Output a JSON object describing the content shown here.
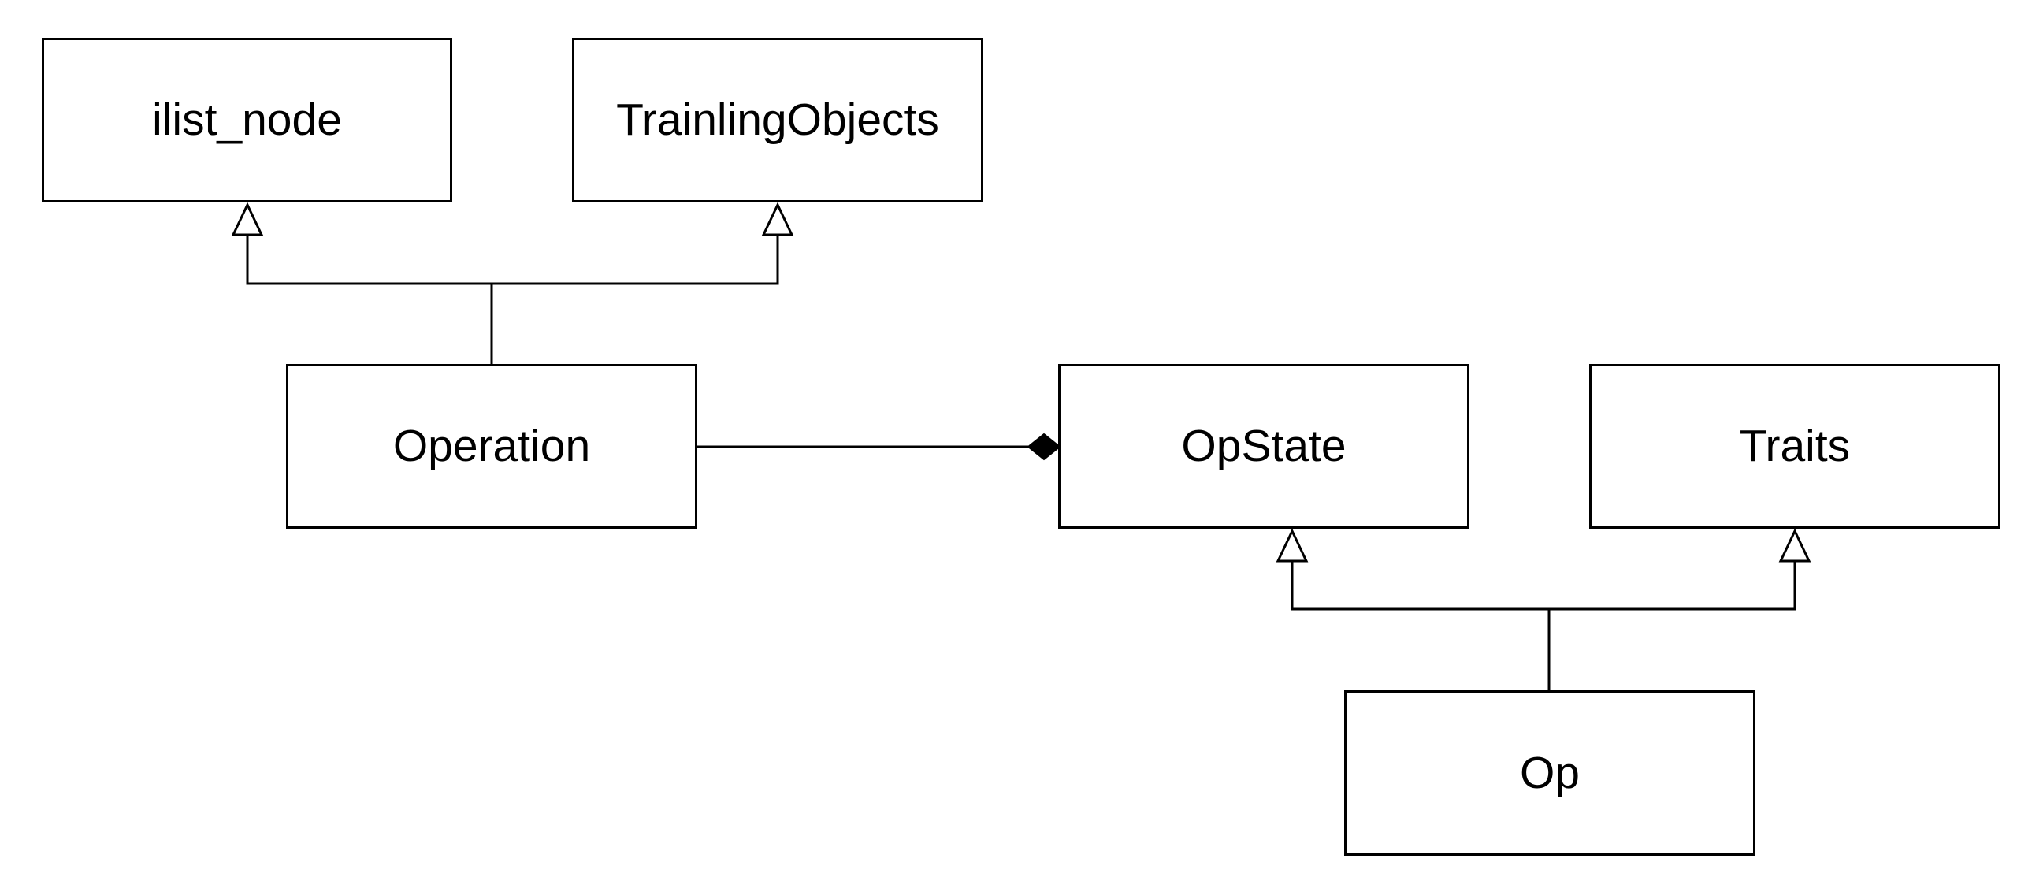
{
  "diagram": {
    "classes": {
      "ilist_node": "ilist_node",
      "trailing_objects": "TrainlingObjects",
      "operation": "Operation",
      "op_state": "OpState",
      "traits": "Traits",
      "op": "Op"
    },
    "relations": [
      {
        "from": "Operation",
        "to": "ilist_node",
        "kind": "inheritance"
      },
      {
        "from": "Operation",
        "to": "TrainlingObjects",
        "kind": "inheritance"
      },
      {
        "from": "Operation",
        "to": "OpState",
        "kind": "composition"
      },
      {
        "from": "Op",
        "to": "OpState",
        "kind": "inheritance"
      },
      {
        "from": "Op",
        "to": "Traits",
        "kind": "inheritance"
      }
    ],
    "colors": {
      "stroke": "#000000",
      "fill": "#ffffff"
    }
  }
}
